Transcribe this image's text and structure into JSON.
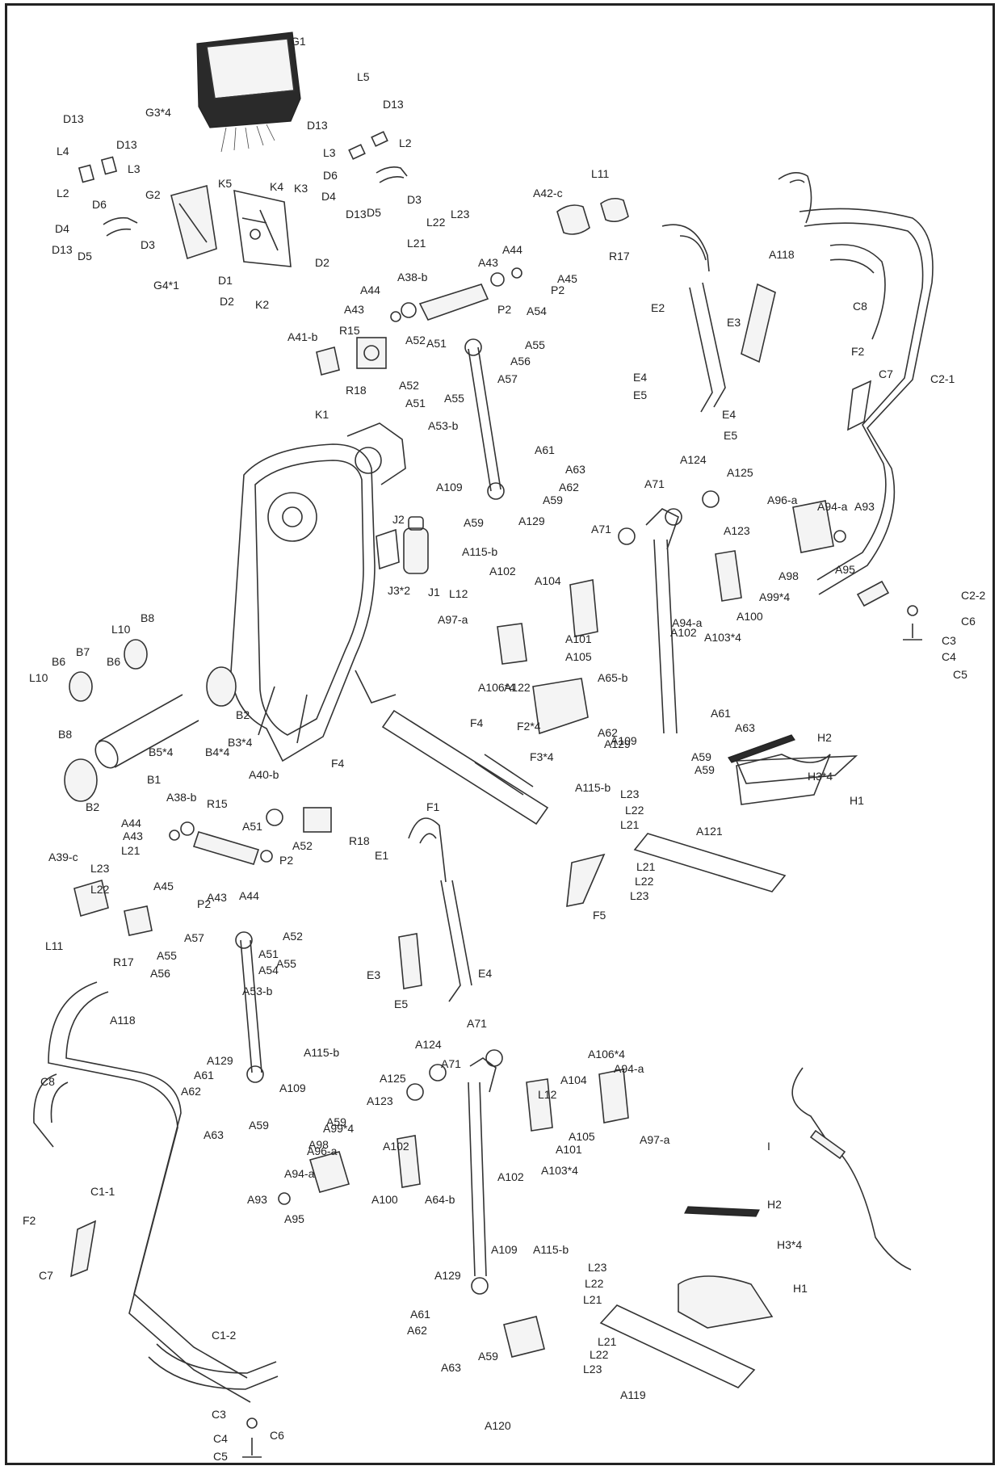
{
  "labels": [
    "G1",
    "G3*4",
    "L5",
    "D13",
    "D13",
    "L4",
    "D13",
    "D13",
    "L3",
    "L2",
    "L3",
    "L2",
    "D6",
    "D6",
    "D4",
    "D13",
    "D5",
    "D3",
    "D4",
    "D13",
    "D5",
    "D3",
    "G2",
    "K5",
    "K4",
    "K3",
    "D2",
    "D1",
    "D2",
    "K2",
    "G4*1",
    "A42-c",
    "L11",
    "R17",
    "L22",
    "L23",
    "L21",
    "A44",
    "A43",
    "A45",
    "P2",
    "A38-b",
    "P2",
    "A44",
    "A54",
    "A43",
    "A55",
    "R15",
    "A52",
    "A51",
    "A56",
    "A57",
    "A41-b",
    "R18",
    "A52",
    "A55",
    "A51",
    "E2",
    "E3",
    "A118",
    "C8",
    "C2-1",
    "F2",
    "C7",
    "E4",
    "E5",
    "E4",
    "E5",
    "K1",
    "A53-b",
    "A61",
    "A63",
    "A62",
    "A109",
    "A59",
    "A129",
    "A59",
    "A115-b",
    "J2",
    "J3*2",
    "J1",
    "A124",
    "A125",
    "A71",
    "A123",
    "A71",
    "A96-a",
    "A94-a",
    "A93",
    "A98",
    "A95",
    "A99*4",
    "A102",
    "A104",
    "L12",
    "A97-a",
    "A94-a",
    "A101",
    "A105",
    "A106*4",
    "A100",
    "A102",
    "A103*4",
    "C2-2",
    "C6",
    "C3",
    "C4",
    "C5",
    "A65-b",
    "B8",
    "L10",
    "B6",
    "B7",
    "L10",
    "B6",
    "B8",
    "B2",
    "B3*4",
    "B5*4",
    "B4*4",
    "B1",
    "B2",
    "A122",
    "F4",
    "F2*4",
    "F3*4",
    "F4",
    "F1",
    "A61",
    "A63",
    "A62",
    "A109",
    "A59",
    "A129",
    "A59",
    "A115-b",
    "H2",
    "H3*4",
    "H1",
    "A40-b",
    "A38-b",
    "R15",
    "A44",
    "A43",
    "A51",
    "R18",
    "A52",
    "L21",
    "L23",
    "P2",
    "L22",
    "A45",
    "A43",
    "A44",
    "P2",
    "A39-c",
    "L11",
    "R17",
    "L23",
    "L22",
    "L21",
    "A121",
    "L21",
    "L22",
    "L23",
    "F5",
    "E1",
    "A57",
    "A52",
    "A55",
    "A51",
    "A55",
    "A54",
    "A56",
    "A53-b",
    "A118",
    "E3",
    "E4",
    "E5",
    "C8",
    "A129",
    "A115-b",
    "A61",
    "A62",
    "A59",
    "A109",
    "A63",
    "A59",
    "C1-1",
    "A125",
    "A124",
    "A71",
    "A123",
    "A71",
    "A106*4",
    "A94-a",
    "A104",
    "L12",
    "A105",
    "A101",
    "A97-a",
    "A102",
    "A103*4",
    "A99*4",
    "A98",
    "A96-a",
    "A94-a",
    "A102",
    "A93",
    "A95",
    "A100",
    "A64-b",
    "I",
    "H2",
    "H3*4",
    "H1",
    "F2",
    "C7",
    "A129",
    "A109",
    "A115-b",
    "A61",
    "A62",
    "A59",
    "A63",
    "L23",
    "L22",
    "L21",
    "C1-2",
    "A120",
    "L21",
    "L22",
    "L23",
    "A119",
    "C3",
    "C6",
    "C4",
    "C5"
  ]
}
